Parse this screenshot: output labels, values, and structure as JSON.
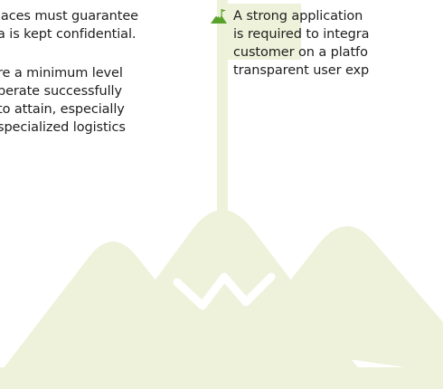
{
  "left_column": {
    "paragraph_1": [
      "laces must guarantee",
      "a is kept confidential."
    ],
    "paragraph_2": [
      "re a minimum level",
      "perate successfully",
      "to attain, especially",
      "specialized logistics"
    ]
  },
  "right_column": {
    "paragraph": [
      "A strong application",
      "is required to integra",
      "customer on a platfo",
      "transparent user exp"
    ],
    "bullet_icon": "mountain-summit-icon"
  },
  "colors": {
    "text": "#1e1e1e",
    "illustration_fill": "#eef2da",
    "bullet_icon_green": "#5aa12c"
  }
}
